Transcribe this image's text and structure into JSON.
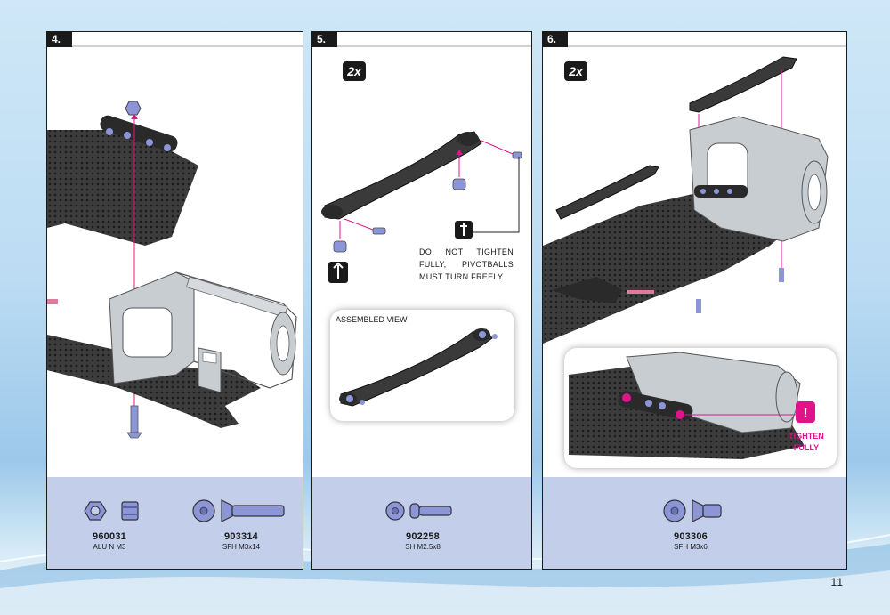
{
  "page_number": "11",
  "steps": [
    {
      "number": "4.",
      "parts": [
        {
          "code": "960031",
          "desc": "ALU N M3",
          "icon": "nut-icon"
        },
        {
          "code": "903314",
          "desc": "SFH M3x14",
          "icon": "screw-icon"
        }
      ]
    },
    {
      "number": "5.",
      "quantity": "2x",
      "note": "DO NOT TIGHTEN FULLY, PIVOTBALLS MUST TURN FREELY.",
      "assembled_title": "ASSEMBLED VIEW",
      "parts": [
        {
          "code": "902258",
          "desc": "SH M2.5x8",
          "icon": "screw-icon"
        }
      ]
    },
    {
      "number": "6.",
      "quantity": "2x",
      "warning_label": "TIGHTEN FULLY",
      "warning_line1": "TIGHTEN",
      "warning_line2": "FULLY",
      "parts": [
        {
          "code": "903306",
          "desc": "SFH M3x6",
          "icon": "screw-icon"
        }
      ]
    }
  ],
  "colors": {
    "accent": "#e0138c",
    "parts_band": "#c3cfea",
    "hardware": "#8c96d6",
    "carbon": "#3a3a3a",
    "aluminium": "#c8cdd2"
  }
}
